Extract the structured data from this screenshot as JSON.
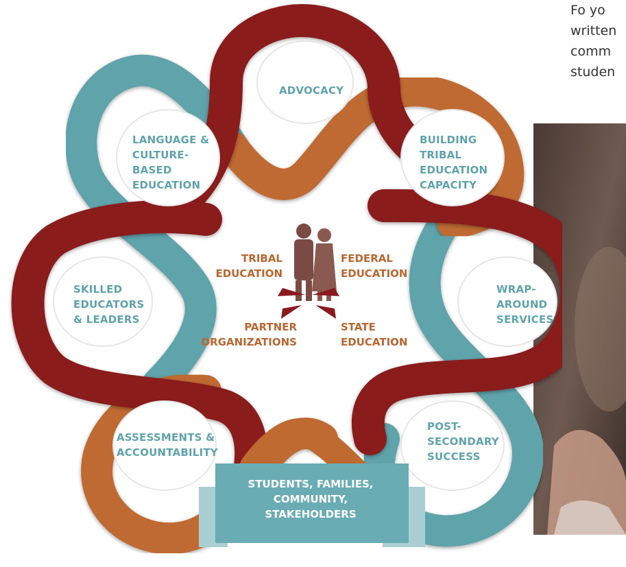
{
  "side_text": [
    "Fo yo",
    "written",
    "comm",
    "studen"
  ],
  "labels": {
    "advocacy": "ADVOCACY",
    "language": [
      "LANGUAGE &",
      "CULTURE-",
      "BASED",
      "EDUCATION"
    ],
    "building": [
      "BUILDING",
      "TRIBAL",
      "EDUCATION",
      "CAPACITY"
    ],
    "skilled": [
      "SKILLED",
      "EDUCATORS",
      "& LEADERS"
    ],
    "wrap": [
      "WRAP-",
      "AROUND",
      "SERVICES"
    ],
    "assessments": [
      "ASSESSMENTS &",
      "ACCOUNTABILITY"
    ],
    "postsecondary": [
      "POST-",
      "SECONDARY",
      "SUCCESS"
    ]
  },
  "center": {
    "tribal": [
      "TRIBAL",
      "EDUCATION"
    ],
    "federal": [
      "FEDERAL",
      "EDUCATION"
    ],
    "partner": [
      "PARTNER",
      "ORGANIZATIONS"
    ],
    "state": [
      "STATE",
      "EDUCATION"
    ]
  },
  "banner": [
    "STUDENTS, FAMILIES,",
    "COMMUNITY,",
    "STAKEHOLDERS"
  ],
  "icons": {
    "center": "family-figures-icon",
    "arrows": "outward-arrows-icon"
  },
  "colors": {
    "maroon": "#8a1a1f",
    "teal": "#5fa3ab",
    "orange": "#b9662f",
    "brown": "#7a4b44"
  }
}
